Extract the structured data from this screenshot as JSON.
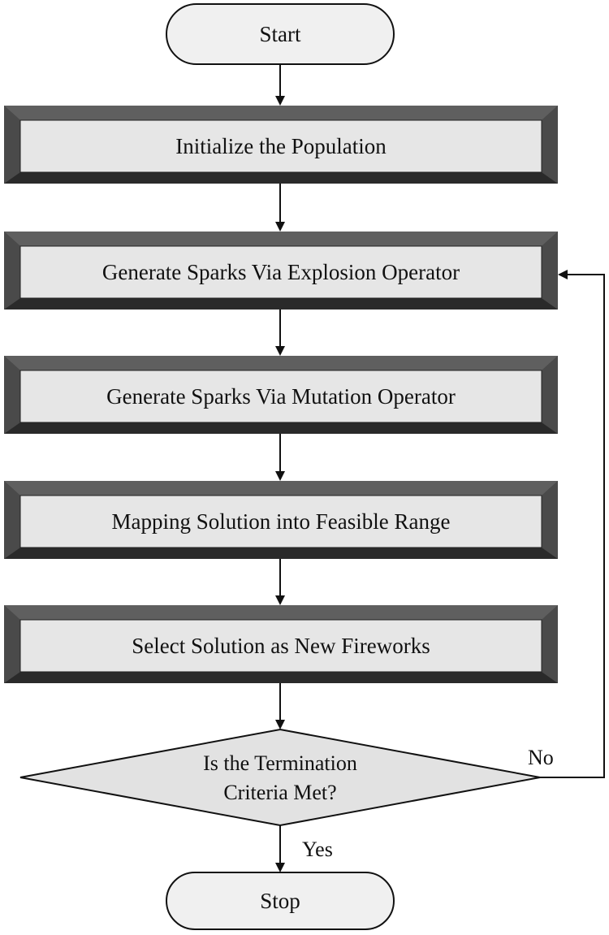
{
  "flowchart": {
    "start": "Start",
    "steps": [
      "Initialize the Population",
      "Generate Sparks Via Explosion Operator",
      "Generate Sparks Via Mutation Operator",
      "Mapping Solution into Feasible Range",
      "Select Solution as New Fireworks"
    ],
    "decision": {
      "line1": "Is the Termination",
      "line2": "Criteria Met?"
    },
    "no_label": "No",
    "yes_label": "Yes",
    "stop": "Stop"
  },
  "colors": {
    "bevel_outer": "#3a3a3a",
    "bevel_top": "#5a5a5a",
    "bevel_side": "#4a4a4a",
    "box_fill": "#e6e6e6",
    "terminal_fill": "#f0f0f0",
    "decision_fill": "#e2e2e2",
    "line": "#111111"
  }
}
